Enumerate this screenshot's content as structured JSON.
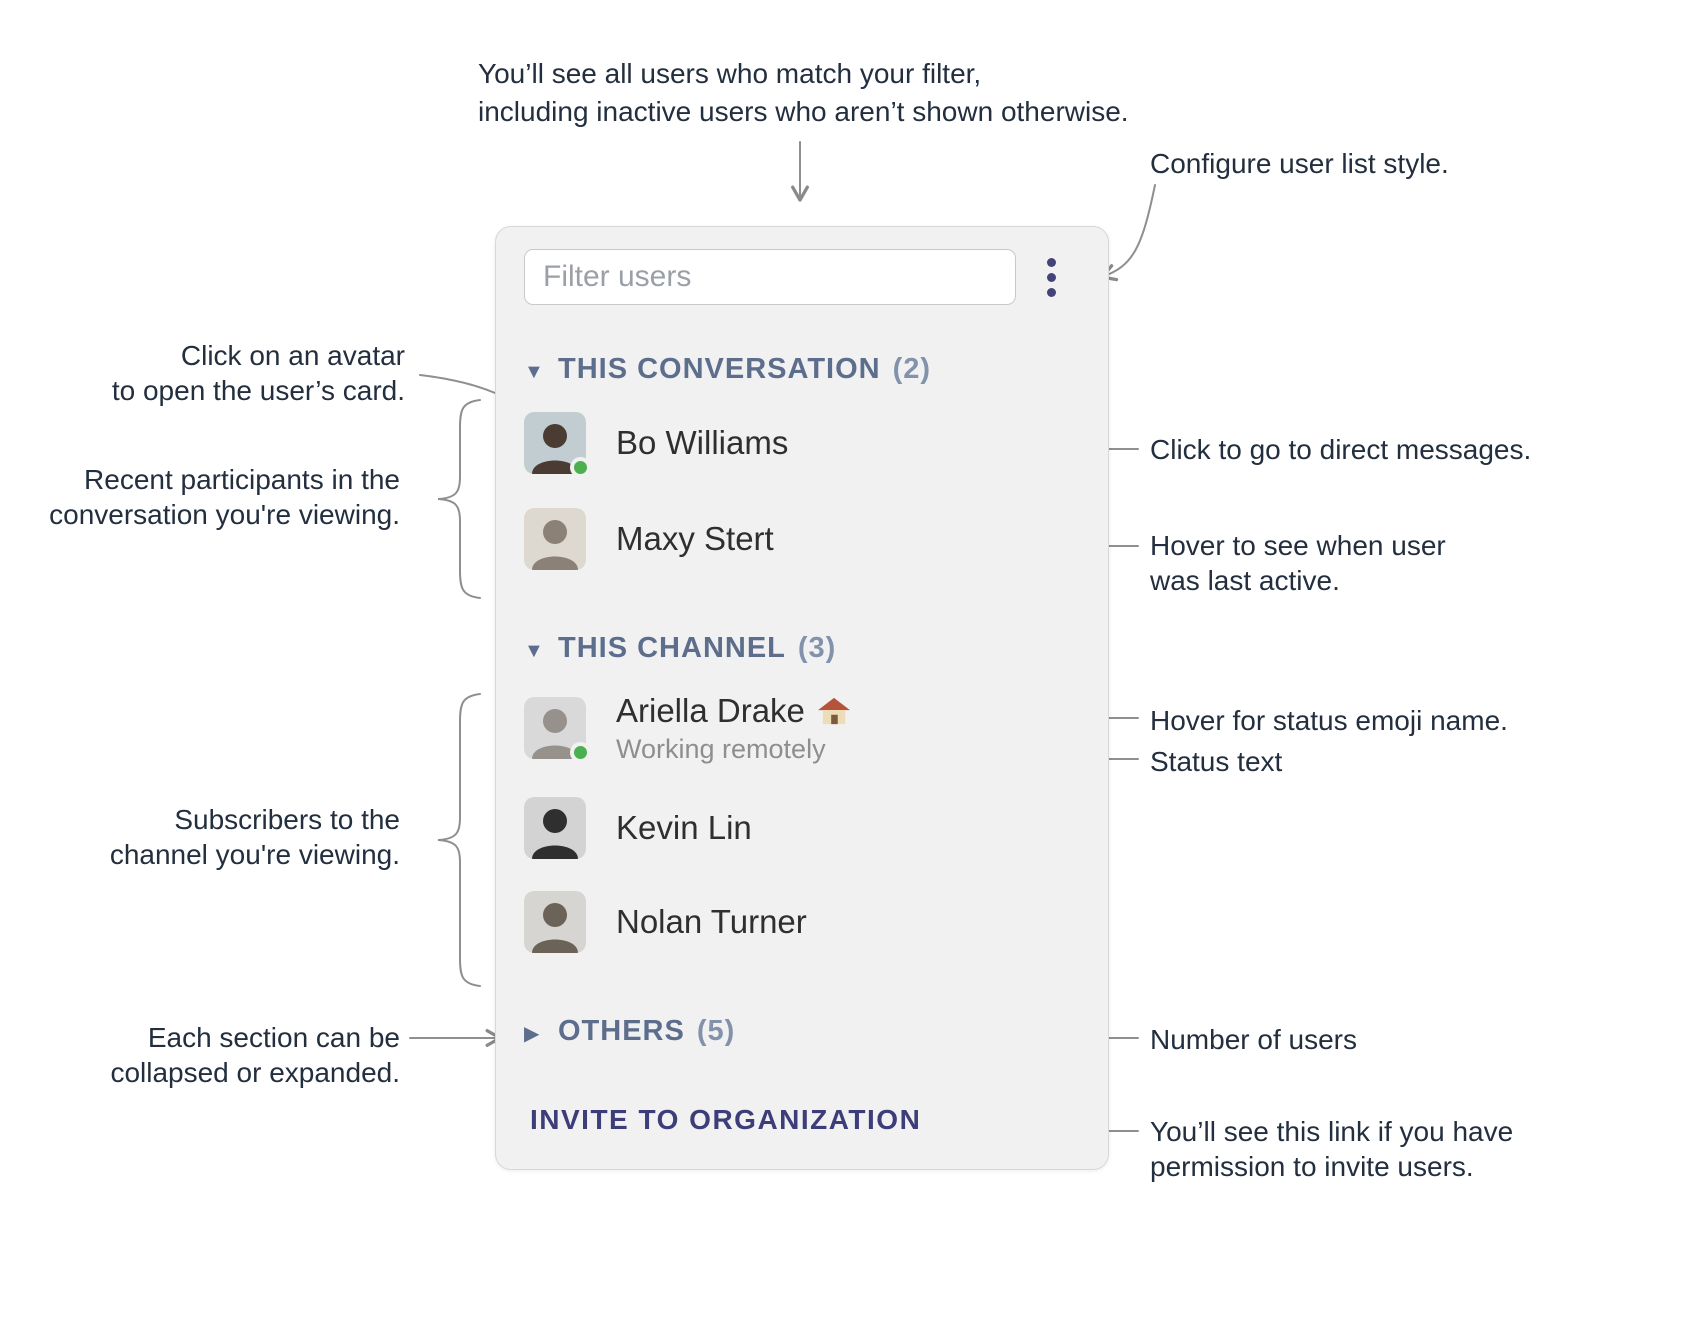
{
  "panel": {
    "filter_placeholder": "Filter users",
    "menu_icon": "kebab-menu-icon",
    "invite_label": "INVITE TO ORGANIZATION",
    "sections": [
      {
        "caret": "▼",
        "label": "THIS CONVERSATION",
        "count": "(2)",
        "users": [
          {
            "name": "Bo Williams",
            "online": true
          },
          {
            "name": "Maxy Stert",
            "online": false
          }
        ]
      },
      {
        "caret": "▼",
        "label": "THIS CHANNEL",
        "count": "(3)",
        "users": [
          {
            "name": "Ariella Drake",
            "status_emoji": "🏠",
            "status_text": "Working remotely",
            "online": true
          },
          {
            "name": "Kevin Lin",
            "online": false
          },
          {
            "name": "Nolan Turner",
            "online": false
          }
        ]
      },
      {
        "caret": "▶",
        "label": "OTHERS",
        "count": "(5)",
        "users": []
      }
    ]
  },
  "colors": {
    "section_header": "#5d6d8c",
    "invite_link": "#3d3d7a",
    "online_dot": "#4caf50",
    "menu_dots": "#43437a"
  },
  "annotations": {
    "filter_note": "You’ll see all users who match your filter,\nincluding inactive users who aren’t shown otherwise.",
    "configure": "Configure user list style.",
    "avatar_click": "Click on an avatar\nto open the user’s card.",
    "recent_participants": "Recent participants in the\nconversation you're viewing.",
    "subscribers": "Subscribers to the\nchannel you're viewing.",
    "collapse": "Each section can be\ncollapsed or expanded.",
    "direct_messages": "Click to go to direct messages.",
    "last_active": "Hover to see when user\nwas last active.",
    "status_emoji": "Hover for status emoji name.",
    "status_text": "Status text",
    "user_count": "Number of users",
    "invite_permission": "You’ll see this link if you have\npermission to invite users."
  }
}
